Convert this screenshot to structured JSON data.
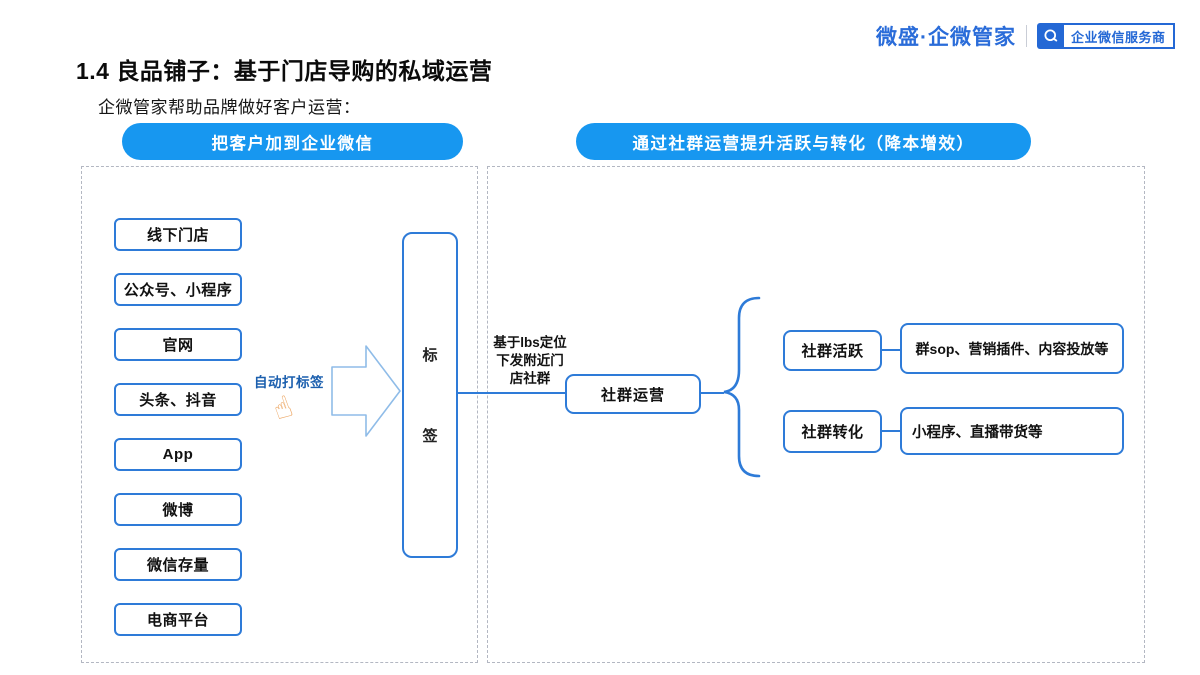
{
  "header": {
    "brand": "微盛·企微管家",
    "badge_label": "企业微信服务商"
  },
  "title": "1.4 良品铺子：基于门店导购的私域运营",
  "subtitle": "企微管家帮助品牌做好客户运营：",
  "left_panel": {
    "header": "把客户加到企业微信",
    "sources": [
      "线下门店",
      "公众号、小程序",
      "官网",
      "头条、抖音",
      "App",
      "微博",
      "微信存量",
      "电商平台"
    ],
    "arrow_label": "自动打标签",
    "tag_chars": [
      "标",
      "签"
    ]
  },
  "right_panel": {
    "header": "通过社群运营提升活跃与转化（降本增效）",
    "connector_note": "基于lbs定位\n下发附近门\n店社群",
    "hub": "社群运营",
    "branches": [
      {
        "label": "社群活跃",
        "detail": "群sop、营销插件、内容投放等"
      },
      {
        "label": "社群转化",
        "detail": "小程序、直播带货等"
      }
    ]
  },
  "colors": {
    "pill_blue": "#1797f0",
    "box_border_blue": "#2e7bd8",
    "brand_blue": "#2a6cd9",
    "badge_blue": "#2468d5",
    "arrow_outline_blue": "#8fbce8",
    "hand_orange": "#eca45f",
    "dashed_border_gray": "#b3b7c2"
  }
}
